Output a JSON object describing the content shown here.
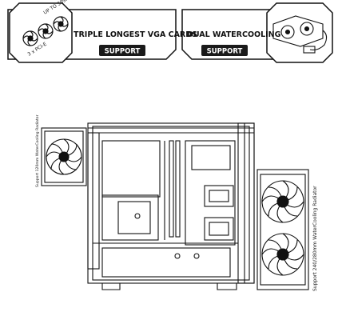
{
  "badges": {
    "vga": {
      "title": "TRIPLE LONGEST VGA CARDS",
      "support": "SUPPORT",
      "length_label": "UP TO 389mm",
      "slot_label": "3 x PCI-E"
    },
    "water": {
      "title": "DUAL WATERCOOLING",
      "support": "SUPPORT"
    }
  },
  "case": {
    "left_radiator_label": "Support 120mm WaterCooling Radiator",
    "right_radiator_label": "Support 240/280mm WaterCooling Radiator"
  },
  "colors": {
    "ink": "#111111",
    "badge_fill": "#1a1a1a",
    "paper": "#ffffff"
  }
}
